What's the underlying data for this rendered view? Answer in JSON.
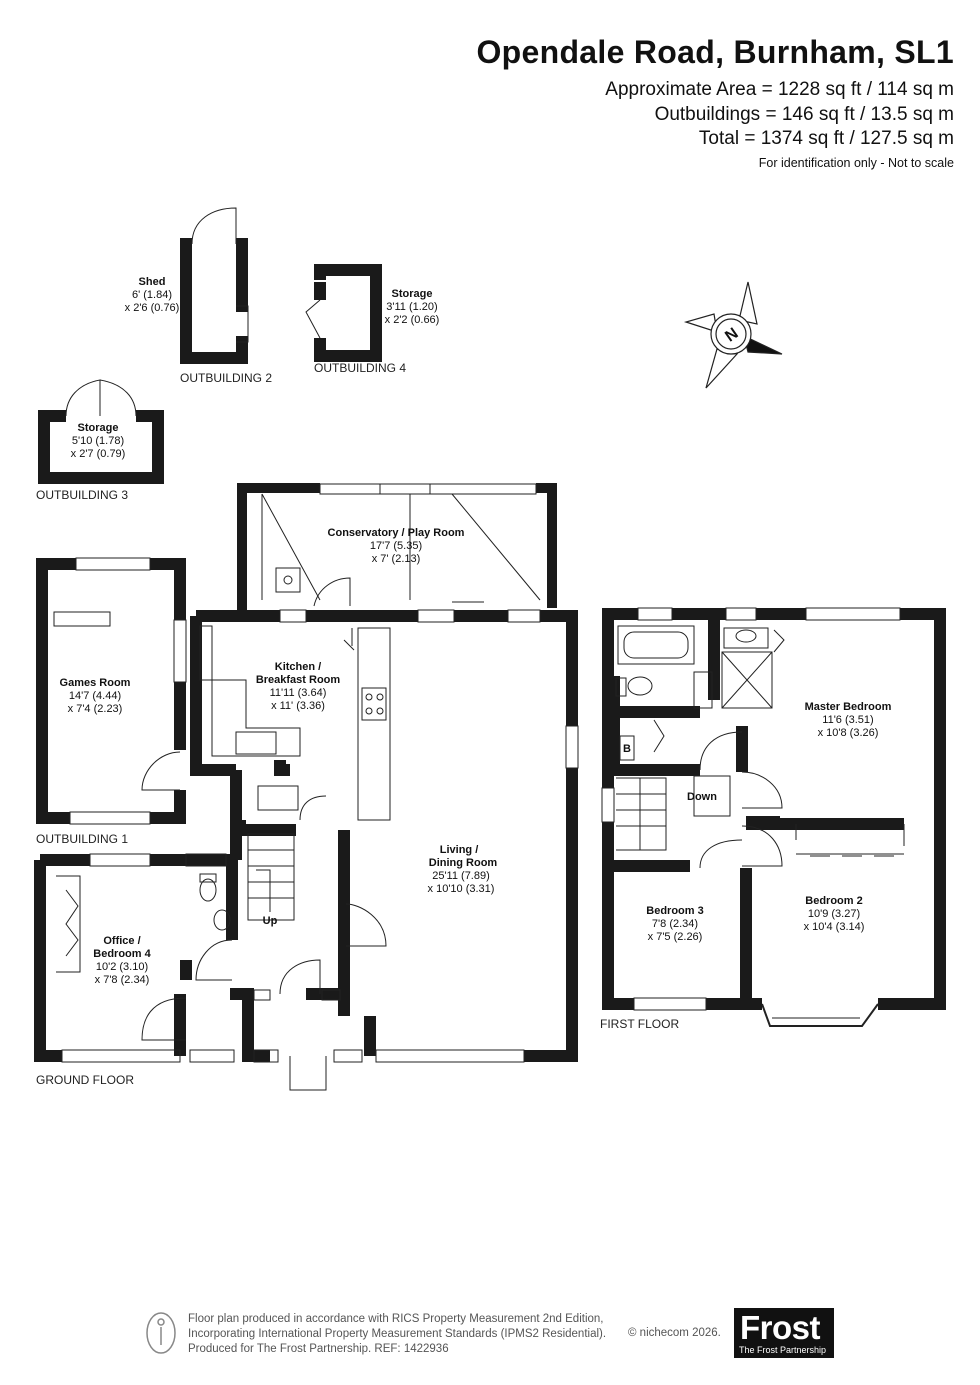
{
  "header": {
    "title": "Opendale Road, Burnham, SL1",
    "area_line1": "Approximate Area = 1228 sq ft / 114 sq m",
    "area_line2": "Outbuildings = 146 sq ft / 13.5 sq m",
    "area_line3": "Total = 1374 sq ft / 127.5 sq m",
    "note": "For identification only - Not to scale"
  },
  "rooms": {
    "shed": {
      "name": "Shed",
      "dim1": "6' (1.84)",
      "dim2": "x 2'6 (0.76)"
    },
    "storage4": {
      "name": "Storage",
      "dim1": "3'11 (1.20)",
      "dim2": "x 2'2 (0.66)"
    },
    "storage3": {
      "name": "Storage",
      "dim1": "5'10 (1.78)",
      "dim2": "x 2'7 (0.79)"
    },
    "games": {
      "name": "Games Room",
      "dim1": "14'7 (4.44)",
      "dim2": "x 7'4 (2.23)"
    },
    "conservatory": {
      "name": "Conservatory / Play Room",
      "dim1": "17'7 (5.35)",
      "dim2": "x 7' (2.13)"
    },
    "kitchen": {
      "name1": "Kitchen /",
      "name2": "Breakfast Room",
      "dim1": "11'11 (3.64)",
      "dim2": "x 11' (3.36)"
    },
    "living": {
      "name1": "Living /",
      "name2": "Dining Room",
      "dim1": "25'11 (7.89)",
      "dim2": "x 10'10 (3.31)"
    },
    "office": {
      "name1": "Office /",
      "name2": "Bedroom 4",
      "dim1": "10'2 (3.10)",
      "dim2": "x 7'8 (2.34)"
    },
    "master": {
      "name": "Master Bedroom",
      "dim1": "11'6 (3.51)",
      "dim2": "x 10'8 (3.26)"
    },
    "bed2": {
      "name": "Bedroom 2",
      "dim1": "10'9 (3.27)",
      "dim2": "x 10'4 (3.14)"
    },
    "bed3": {
      "name": "Bedroom 3",
      "dim1": "7'8 (2.34)",
      "dim2": "x 7'5 (2.26)"
    }
  },
  "markers": {
    "up": "Up",
    "down": "Down",
    "boiler": "B",
    "compass": "N"
  },
  "labels": {
    "outbuilding1": "OUTBUILDING 1",
    "outbuilding2": "OUTBUILDING 2",
    "outbuilding3": "OUTBUILDING 3",
    "outbuilding4": "OUTBUILDING 4",
    "ground_floor": "GROUND FLOOR",
    "first_floor": "FIRST FLOOR"
  },
  "footer": {
    "line1": "Floor plan produced in accordance with RICS Property Measurement 2nd Edition,",
    "line2": "Incorporating International Property Measurement Standards (IPMS2 Residential).",
    "line3": "Produced for The Frost Partnership.   REF:  1422936",
    "copyright": "© nichecom 2026.",
    "logo_main": "Frost",
    "logo_sub": "The Frost Partnership"
  },
  "colors": {
    "wall": "#1a1a1a",
    "line": "#333333",
    "background": "#ffffff"
  }
}
